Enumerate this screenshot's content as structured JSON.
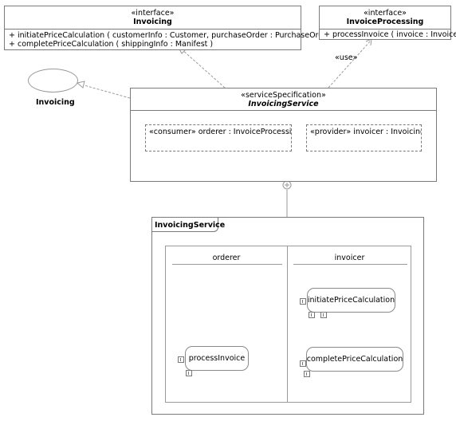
{
  "interface_invoicing": {
    "stereotype": "«interface»",
    "name": "Invoicing",
    "operations": [
      "+ initiatePriceCalculation  ( customerInfo : Customer, purchaseOrder : PurchaseOrder )",
      "+ completePriceCalculation  ( shippingInfo : Manifest )"
    ]
  },
  "interface_processing": {
    "stereotype": "«interface»",
    "name": "InvoiceProcessing",
    "operations": [
      "+ processInvoice  ( invoice : Invoice )"
    ]
  },
  "use_label": "«use»",
  "collaboration": {
    "name": "Invoicing"
  },
  "service_spec": {
    "stereotype": "«serviceSpecification»",
    "name": "InvoicingService",
    "parts": [
      {
        "stereotype": "«consumer»",
        "name": "orderer : InvoiceProcessing"
      },
      {
        "stereotype": "«provider»",
        "name": "invoicer : Invoicing"
      }
    ]
  },
  "activity": {
    "title": "InvoicingService",
    "lanes": [
      "orderer",
      "invoicer"
    ],
    "actions": [
      "initiatePriceCalculation",
      "completePriceCalculation",
      "processInvoice"
    ]
  }
}
